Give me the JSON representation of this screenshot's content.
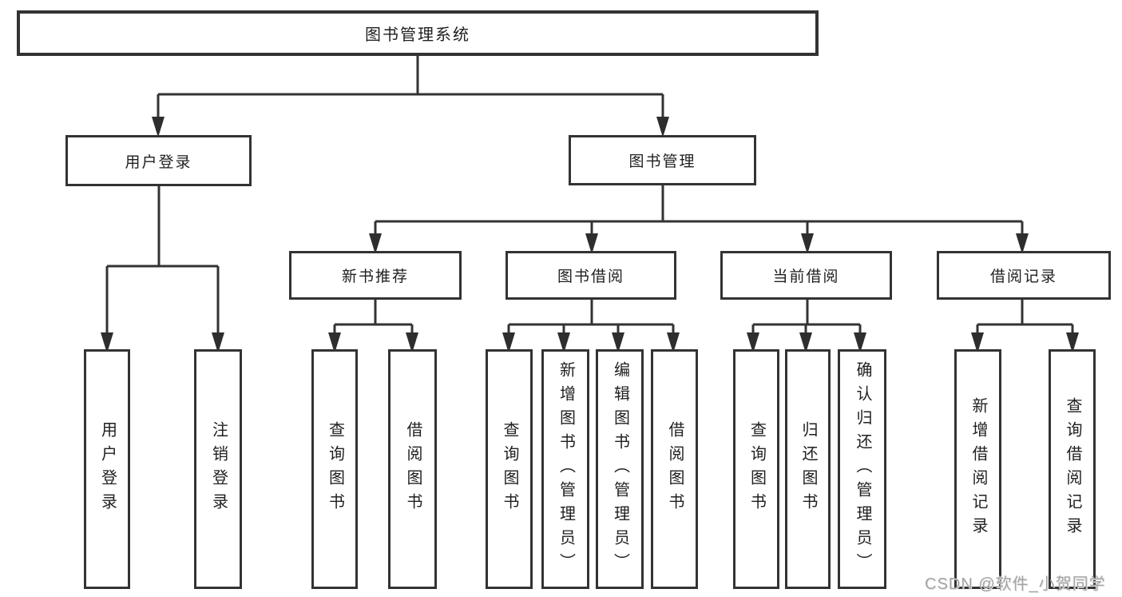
{
  "diagram": {
    "root": "图书管理系统",
    "login": {
      "label": "用户登录",
      "children": [
        "用户登录",
        "注销登录"
      ]
    },
    "mgmt": {
      "label": "图书管理",
      "modules": [
        {
          "label": "新书推荐",
          "children": [
            "查询图书",
            "借阅图书"
          ]
        },
        {
          "label": "图书借阅",
          "children": [
            "查询图书",
            "新增图书（管理员）",
            "编辑图书（管理员）",
            "借阅图书"
          ]
        },
        {
          "label": "当前借阅",
          "children": [
            "查询图书",
            "归还图书",
            "确认归还（管理员）"
          ]
        },
        {
          "label": "借阅记录",
          "children": [
            "新增借阅记录",
            "查询借阅记录"
          ]
        }
      ]
    },
    "line_color": "#333333",
    "text_color": "#1f1f1f"
  },
  "watermark": "CSDN @软件_小贺同学"
}
